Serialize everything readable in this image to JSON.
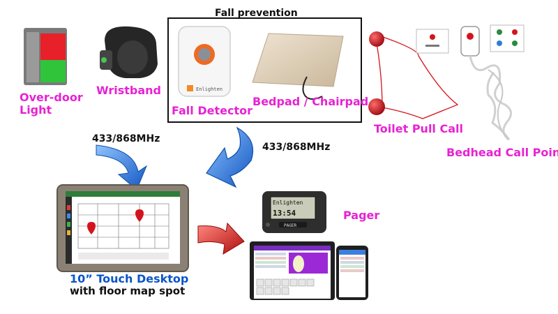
{
  "labels": {
    "overdoor_line1": "Over-door",
    "overdoor_line2": "Light",
    "wristband": "Wristband",
    "fall_prevention": "Fall prevention",
    "fall_detector": "Fall Detector",
    "bedpad_chairpad": "Bedpad / Chairpad",
    "toilet_pull_call": "Toilet Pull Call",
    "bedhead_call_point": "Bedhead Call Point",
    "frequency_left": "433/868MHz",
    "frequency_right": "433/868MHz",
    "pager": "Pager",
    "touch_desktop_line1": "10” Touch Desktop",
    "touch_desktop_line2": "with floor map spot"
  },
  "device_text": {
    "detector_brand": "Enlighten",
    "pager_line1": "Enlighten",
    "pager_line2": "13:54",
    "pager_brand": "PAGER"
  },
  "colors": {
    "label_magenta": "#e722d3",
    "label_blue": "#0a55c9",
    "arrow_blue": "#1f6fd6",
    "arrow_red": "#d91a1a",
    "light_red": "#e8202a",
    "light_green": "#2fc43a",
    "pull_ball_red": "#d4141c"
  }
}
